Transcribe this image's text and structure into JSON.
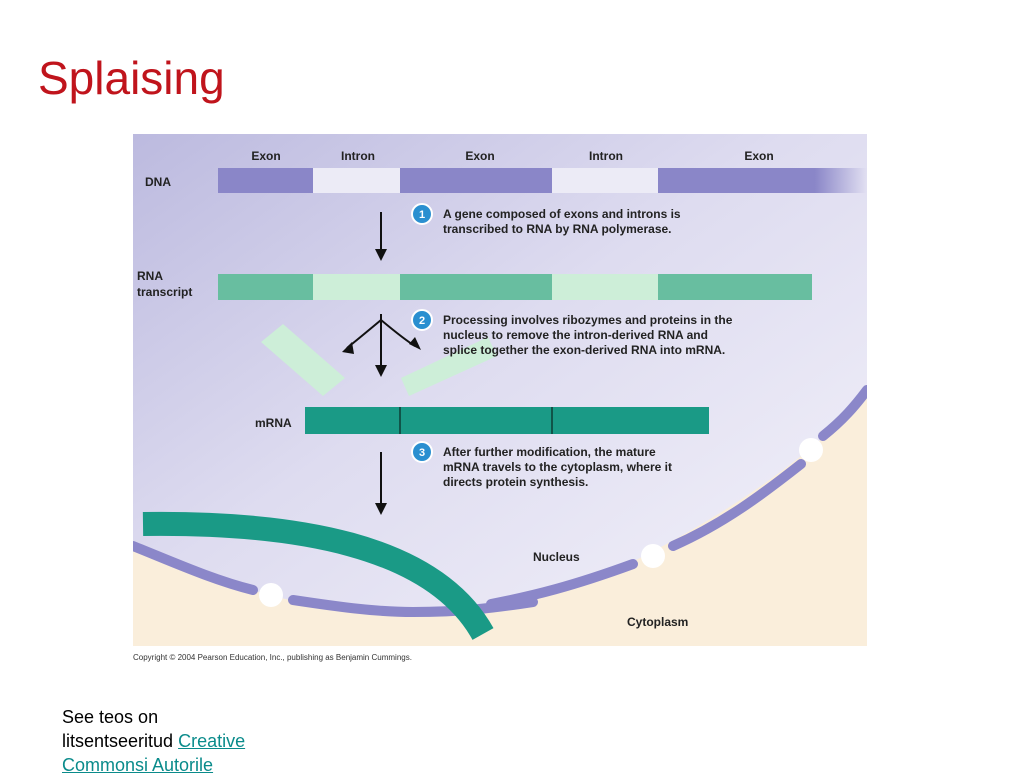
{
  "slide": {
    "title": "Splaising",
    "copyright": "Copyright © 2004 Pearson Education, Inc., publishing as Benjamin Cummings.",
    "license": {
      "line1": "See teos on",
      "line2": "litsentseeritud",
      "link_line1": "Creative",
      "link_line2": "Commonsi Autorile"
    }
  },
  "diagram": {
    "segment_labels": [
      "Exon",
      "Intron",
      "Exon",
      "Intron",
      "Exon"
    ],
    "dna_label": "DNA",
    "rna_label_line1": "RNA",
    "rna_label_line2": "transcript",
    "mrna_label": "mRNA",
    "steps": [
      {
        "number": "1",
        "lines": [
          "A gene composed of exons and introns is",
          "transcribed to RNA by RNA polymerase."
        ]
      },
      {
        "number": "2",
        "lines": [
          "Processing involves ribozymes and proteins in the",
          "nucleus to remove the intron-derived RNA and",
          "splice together the exon-derived RNA into mRNA."
        ]
      },
      {
        "number": "3",
        "lines": [
          "After further modification, the mature",
          "mRNA travels to the cytoplasm, where it",
          "directs protein synthesis."
        ]
      }
    ],
    "nucleus_label": "Nucleus",
    "cytoplasm_label": "Cytoplasm",
    "colors": {
      "exon_dna": "#8a86c8",
      "intron_dna": "#ecebf6",
      "exon_rna": "#68bea0",
      "intron_rna": "#cdeed8",
      "mrna": "#1a9a86",
      "membrane": "#8b87c9",
      "cytoplasm": "#faeedb",
      "step_badge": "#2a8fd0"
    }
  }
}
